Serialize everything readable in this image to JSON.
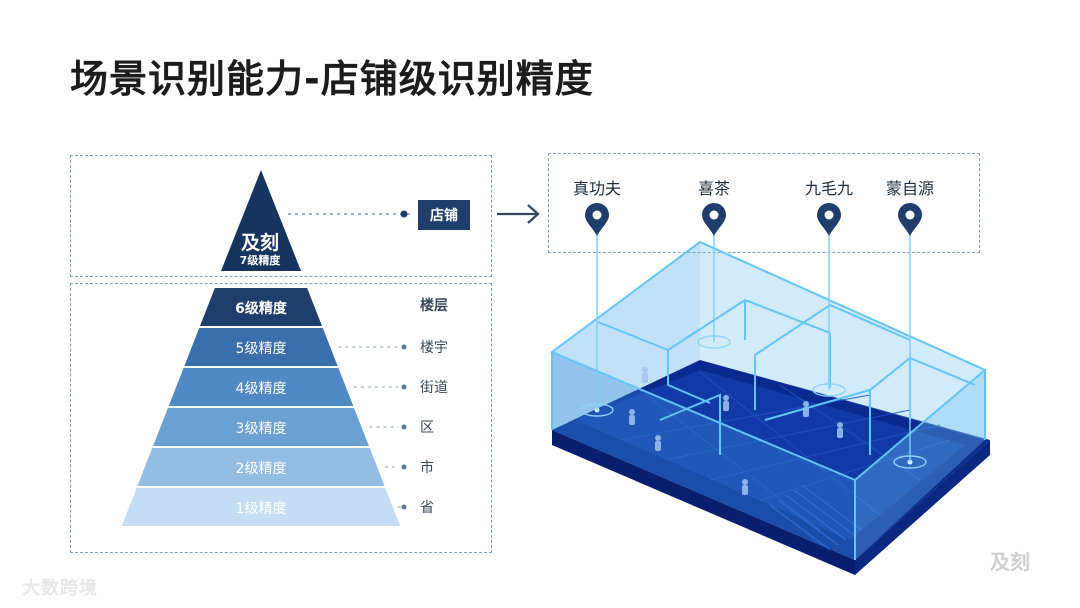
{
  "title": "场景识别能力-店铺级识别精度",
  "apex": {
    "title": "及刻",
    "subtitle": "7级精度"
  },
  "apex_label": "店铺",
  "tiers": [
    {
      "label": "6级精度",
      "side": "楼层",
      "color": "#1f3e6b",
      "text_color": "#ffffff"
    },
    {
      "label": "5级精度",
      "side": "楼宇",
      "color": "#3a6fab",
      "text_color": "#ffffff"
    },
    {
      "label": "4级精度",
      "side": "街道",
      "color": "#5089c4",
      "text_color": "#ffffff"
    },
    {
      "label": "3级精度",
      "side": "区",
      "color": "#6ba0d2",
      "text_color": "#ffffff"
    },
    {
      "label": "2级精度",
      "side": "市",
      "color": "#93bde2",
      "text_color": "#ffffff"
    },
    {
      "label": "1级精度",
      "side": "省",
      "color": "#c4ddf2",
      "text_color": "#ffffff"
    }
  ],
  "stores": [
    "真功夫",
    "喜茶",
    "九毛九",
    "蒙自源"
  ],
  "arrow_icon": "right-arrow-icon",
  "pin_icon": "location-pin-icon",
  "watermark_left": "大数跨境",
  "watermark_right": "及刻",
  "colors": {
    "navy": "#1f3e6b",
    "dash": "#7fa2bd",
    "building_floor": "#0c2f9a",
    "building_glass": "#62b6f0"
  }
}
